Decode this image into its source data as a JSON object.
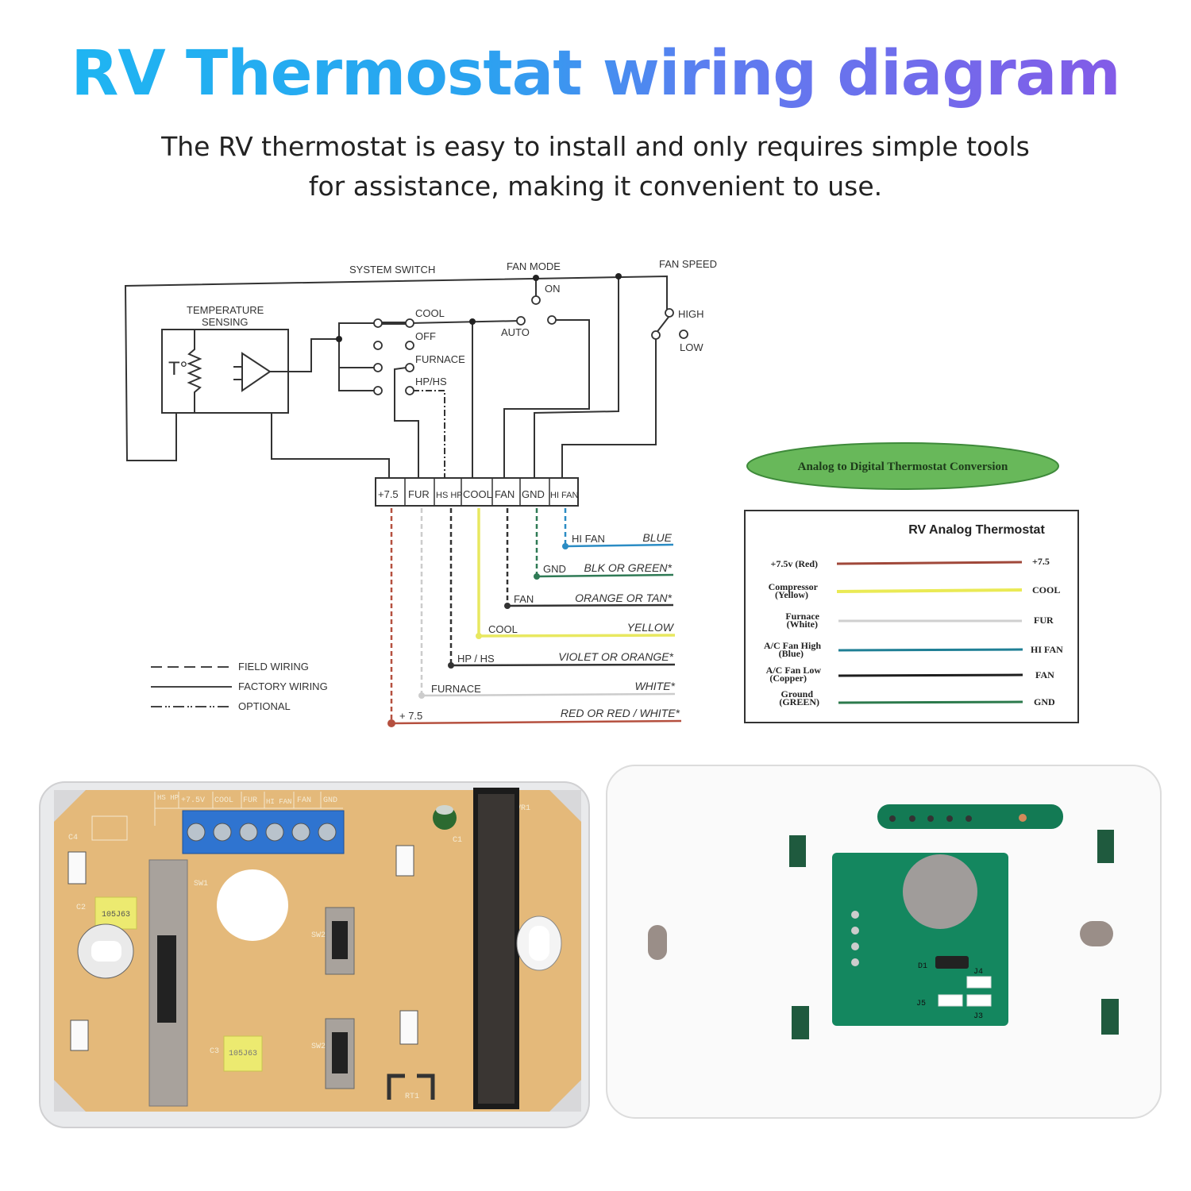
{
  "header": {
    "title": "RV Thermostat wiring diagram",
    "subtitle_line1": "The RV thermostat is easy to install and only requires simple tools",
    "subtitle_line2": "for assistance, making it convenient to use."
  },
  "schematic": {
    "system_switch": "SYSTEM SWITCH",
    "fan_mode": "FAN MODE",
    "fan_speed": "FAN SPEED",
    "temperature": "TEMPERATURE",
    "sensing": "SENSING",
    "t_symbol": "T°",
    "cool": "COOL",
    "off": "OFF",
    "furnace": "FURNACE",
    "hp_hs": "HP/HS",
    "on": "ON",
    "auto": "AUTO",
    "high": "HIGH",
    "low": "LOW",
    "terminals": [
      "+7.5",
      "FUR",
      "HS HP",
      "COOL",
      "FAN",
      "GND",
      "HI FAN"
    ],
    "wires": [
      {
        "terminal": "HI  FAN",
        "color_name": "BLUE",
        "color": "#2b8cc4"
      },
      {
        "terminal": "GND",
        "color_name": "BLK  OR GREEN*",
        "color": "#2f7a55"
      },
      {
        "terminal": "FAN",
        "color_name": "ORANGE  OR  TAN*",
        "color": "#333333"
      },
      {
        "terminal": "COOL",
        "color_name": "YELLOW",
        "color": "#e8e860"
      },
      {
        "terminal": "HP / HS",
        "color_name": "VIOLET OR ORANGE*",
        "color": "#333333"
      },
      {
        "terminal": "FURNACE",
        "color_name": "WHITE*",
        "color": "#cccccc"
      },
      {
        "terminal": "+ 7.5",
        "color_name": "RED  OR  RED / WHITE*",
        "color": "#b5503f"
      }
    ],
    "legend": [
      "FIELD WIRING",
      "FACTORY WIRING",
      "OPTIONAL"
    ]
  },
  "conversion": {
    "badge": "Analog to Digital Thermostat Conversion",
    "table_title": "RV Analog Thermostat",
    "rows": [
      {
        "l1": "+7.5v (Red)",
        "l2": "",
        "right": "+7.5",
        "color": "#a0483a"
      },
      {
        "l1": "Compressor",
        "l2": "(Yellow)",
        "right": "COOL",
        "color": "#eaea55"
      },
      {
        "l1": "Furnace",
        "l2": "(White)",
        "right": "FUR",
        "color": "#cfcfcf"
      },
      {
        "l1": "A/C Fan High",
        "l2": "(Blue)",
        "right": "HI FAN",
        "color": "#1f7f95"
      },
      {
        "l1": "A/C Fan Low",
        "l2": "(Copper)",
        "right": "FAN",
        "color": "#1e1e1e"
      },
      {
        "l1": "Ground",
        "l2": "(GREEN)",
        "right": "GND",
        "color": "#2c7a4c"
      }
    ]
  },
  "pcb_front": {
    "terminal_labels": [
      "HS HP",
      "+7.5V",
      "COOL",
      "FUR",
      "HI FAN",
      "FAN",
      "GND"
    ],
    "components": {
      "c4": "C4",
      "c2": "C2",
      "c2_val": "105J63",
      "sw1": "SW1",
      "sw2a": "SW2",
      "sw2b": "SW2",
      "c3": "C3",
      "c3_val": "105J63",
      "c1": "C1",
      "vr1": "VR1",
      "rt1": "RT1"
    }
  },
  "pcb_back": {
    "d1": "D1",
    "j4": "J4",
    "j5": "J5",
    "j3": "J3"
  }
}
